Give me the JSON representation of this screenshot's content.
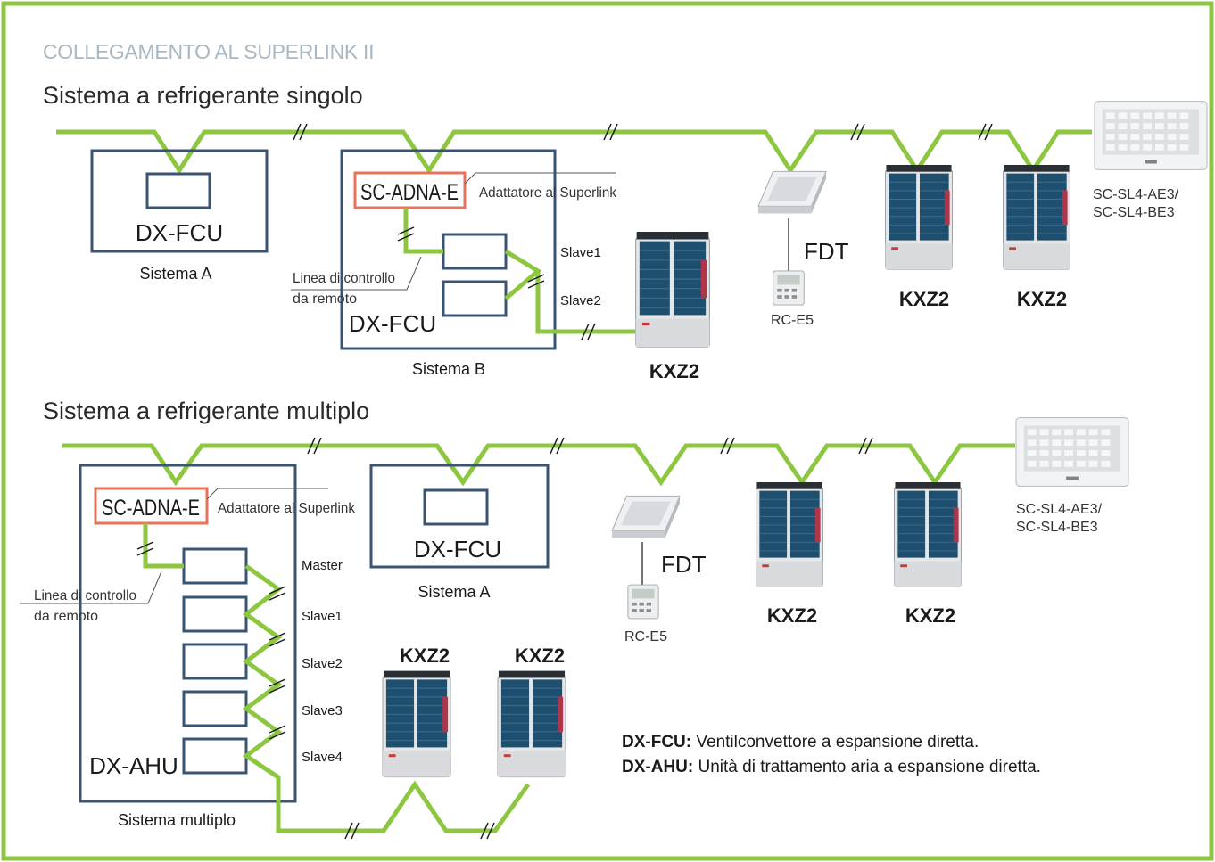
{
  "colors": {
    "frame": "#8dc63f",
    "wire": "#8dc63f",
    "unit_box": "#3b5474",
    "adapter_box": "#e8735a",
    "heading": "#a9b8c2"
  },
  "title": "COLLEGAMENTO AL SUPERLINK II",
  "single": {
    "subtitle": "Sistema a refrigerante singolo",
    "sysA": {
      "unit": "DX-FCU",
      "label": "Sistema A"
    },
    "sysB": {
      "adapter": "SC-ADNA-E",
      "adapter_note": "Adattatore al Superlink",
      "line_note_1": "Linea di controllo",
      "line_note_2": "da remoto",
      "slave1": "Slave1",
      "slave2": "Slave2",
      "unit": "DX-FCU",
      "label": "Sistema B",
      "kxz": "KXZ2"
    },
    "fdt": "FDT",
    "rc": "RC-E5",
    "kxz_1": "KXZ2",
    "kxz_2": "KXZ2",
    "sc_1": "SC-SL4-AE3/",
    "sc_2": "SC-SL4-BE3"
  },
  "multi": {
    "subtitle": "Sistema a refrigerante multiplo",
    "sysM": {
      "adapter": "SC-ADNA-E",
      "adapter_note": "Adattatore al Superlink",
      "line_note_1": "Linea di controllo",
      "line_note_2": "da remoto",
      "master": "Master",
      "slave1": "Slave1",
      "slave2": "Slave2",
      "slave3": "Slave3",
      "slave4": "Slave4",
      "unit": "DX-AHU",
      "label": "Sistema multiplo"
    },
    "sysA": {
      "unit": "DX-FCU",
      "label": "Sistema A"
    },
    "fdt": "FDT",
    "rc": "RC-E5",
    "kxz_1": "KXZ2",
    "kxz_2": "KXZ2",
    "kxz_3": "KXZ2",
    "kxz_4": "KXZ2",
    "sc_1": "SC-SL4-AE3/",
    "sc_2": "SC-SL4-BE3"
  },
  "legend": {
    "fcu_term": "DX-FCU:",
    "fcu_desc": " Ventilconvettore a espansione diretta.",
    "ahu_term": "DX-AHU:",
    "ahu_desc": " Unità di trattamento aria a espansione diretta."
  }
}
